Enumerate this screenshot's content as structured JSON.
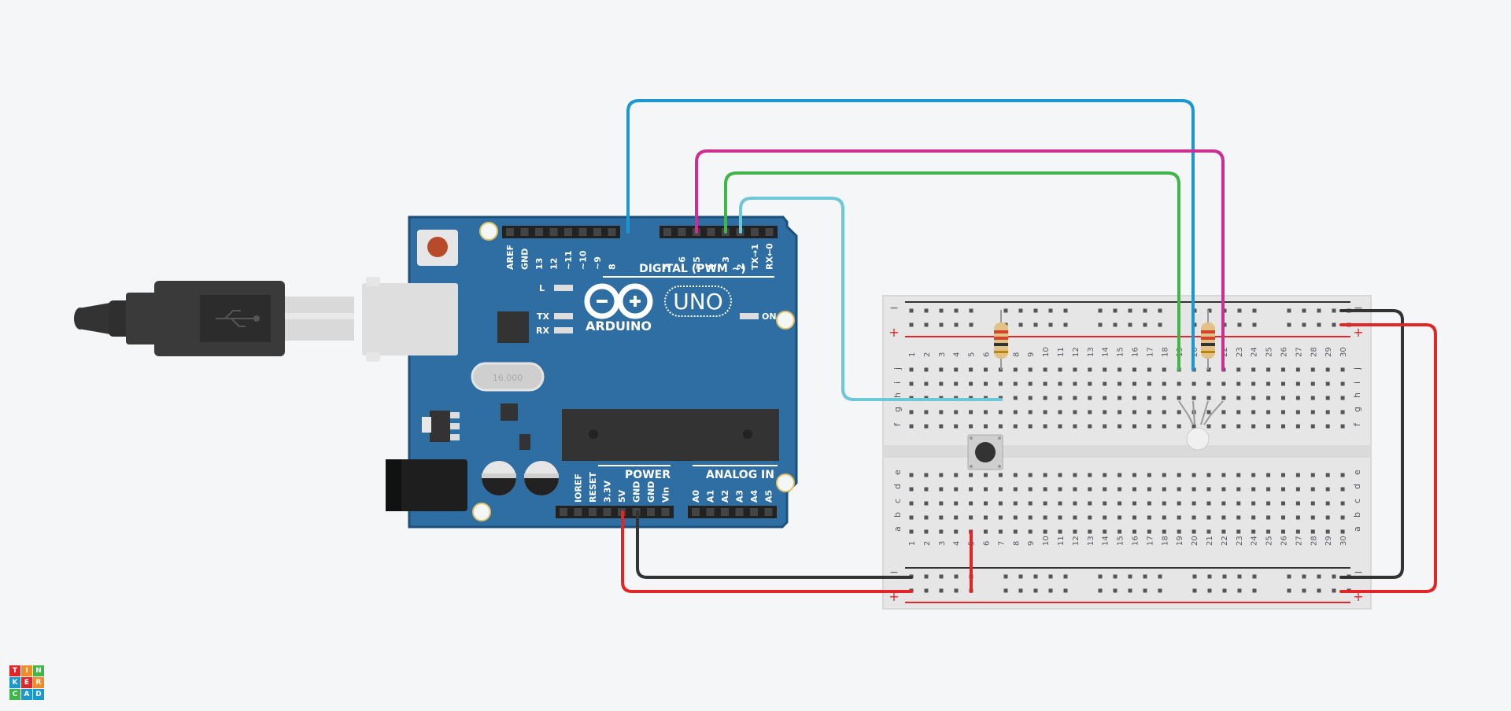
{
  "arduino": {
    "brand": "ARDUINO",
    "model": "UNO",
    "digital_label": "DIGITAL (PWM ~)",
    "power_label": "POWER",
    "analog_label": "ANALOG IN",
    "on_label": "ON",
    "led_labels": [
      "L",
      "TX",
      "RX"
    ],
    "digital_pins_left": [
      "AREF",
      "GND",
      "13",
      "12",
      "~11",
      "~10",
      "~9",
      "8"
    ],
    "digital_pins_right": [
      "7",
      "~6",
      "~5",
      "4",
      "~3",
      "2",
      "TX→1",
      "RX←0"
    ],
    "power_pins": [
      "IOREF",
      "RESET",
      "3.3V",
      "5V",
      "GND",
      "GND",
      "Vin"
    ],
    "analog_pins": [
      "A0",
      "A1",
      "A2",
      "A3",
      "A4",
      "A5"
    ],
    "crystal_label": "16.000"
  },
  "breadboard": {
    "columns": [
      "1",
      "2",
      "3",
      "4",
      "5",
      "6",
      "7",
      "8",
      "9",
      "10",
      "11",
      "12",
      "13",
      "14",
      "15",
      "16",
      "17",
      "18",
      "19",
      "20",
      "21",
      "22",
      "23",
      "24",
      "25",
      "26",
      "27",
      "28",
      "29",
      "30"
    ],
    "rows_top": [
      "j",
      "i",
      "h",
      "g",
      "f"
    ],
    "rows_bottom": [
      "e",
      "d",
      "c",
      "b",
      "a"
    ],
    "rail_minus": "−",
    "rail_plus": "+"
  },
  "wire_colors": {
    "blue": "#1a98d0",
    "magenta": "#cc2f93",
    "green": "#3fb54a",
    "cyan": "#6cc8d6",
    "red": "#e1262a",
    "black": "#333333"
  },
  "logo": {
    "letters": [
      "T",
      "I",
      "N",
      "K",
      "E",
      "R",
      "C",
      "A",
      "D"
    ],
    "colors": [
      "#e1262a",
      "#f28c28",
      "#3fb54a",
      "#1a98d0",
      "#e1262a",
      "#f28c28",
      "#3fb54a",
      "#1a98d0",
      "#1a98d0"
    ]
  }
}
